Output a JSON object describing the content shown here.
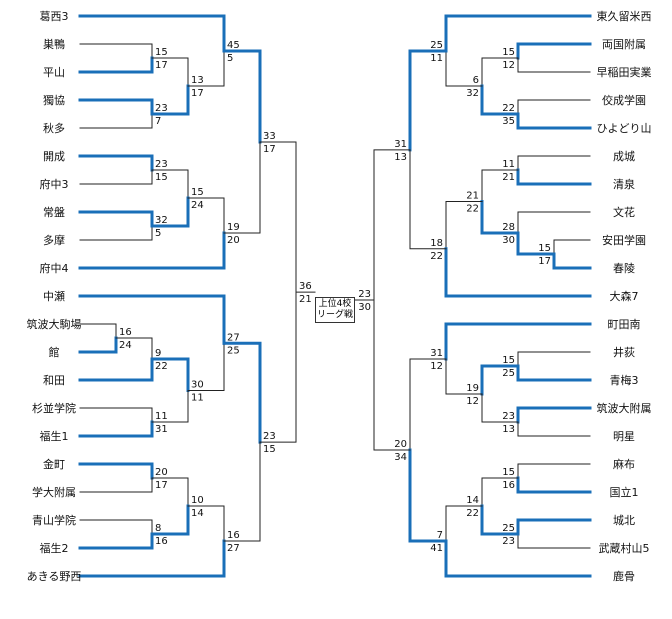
{
  "center_box": {
    "line1": "上位4校",
    "line2": "リーグ戦"
  },
  "left_teams": [
    "葛西3",
    "巣鴨",
    "平山",
    "獨協",
    "秋多",
    "開成",
    "府中3",
    "常盤",
    "多摩",
    "府中4",
    "中瀬",
    "筑波大駒場",
    "館",
    "和田",
    "杉並学院",
    "福生1",
    "金町",
    "学大附属",
    "青山学院",
    "福生2",
    "あきる野西"
  ],
  "right_teams": [
    "東久留米西",
    "両国附属",
    "早稲田実業",
    "佼成学園",
    "ひよどり山",
    "成城",
    "清泉",
    "文花",
    "安田学園",
    "春陵",
    "大森7",
    "町田南",
    "井荻",
    "青梅3",
    "筑波大附属",
    "明星",
    "麻布",
    "国立1",
    "城北",
    "武蔵村山5",
    "鹿骨"
  ],
  "left_matches": [
    {
      "a": 15,
      "b": 17
    },
    {
      "a": 23,
      "b": 7
    },
    {
      "a": 23,
      "b": 15
    },
    {
      "a": 32,
      "b": 5
    },
    {
      "a": 16,
      "b": 24
    },
    {
      "a": 20,
      "b": 17
    },
    {
      "a": 8,
      "b": 16
    },
    {
      "a": 13,
      "b": 17
    },
    {
      "a": 15,
      "b": 24
    },
    {
      "a": 9,
      "b": 22
    },
    {
      "a": 11,
      "b": 31
    },
    {
      "a": 10,
      "b": 14
    },
    {
      "a": 45,
      "b": 5
    },
    {
      "a": 19,
      "b": 20
    },
    {
      "a": 30,
      "b": 11
    },
    {
      "a": 16,
      "b": 27
    },
    {
      "a": 27,
      "b": 25
    },
    {
      "a": 33,
      "b": 17
    },
    {
      "a": 23,
      "b": 15
    },
    {
      "a": 36,
      "b": 21
    }
  ],
  "right_matches": [
    {
      "a": 15,
      "b": 12
    },
    {
      "a": 22,
      "b": 35
    },
    {
      "a": 11,
      "b": 21
    },
    {
      "a": 15,
      "b": 17
    },
    {
      "a": 15,
      "b": 25
    },
    {
      "a": 23,
      "b": 13
    },
    {
      "a": 15,
      "b": 16
    },
    {
      "a": 25,
      "b": 23
    },
    {
      "a": 6,
      "b": 32
    },
    {
      "a": 28,
      "b": 30
    },
    {
      "a": 19,
      "b": 12
    },
    {
      "a": 14,
      "b": 22
    },
    {
      "a": 25,
      "b": 11
    },
    {
      "a": 21,
      "b": 22
    },
    {
      "a": 31,
      "b": 12
    },
    {
      "a": 7,
      "b": 41
    },
    {
      "a": 18,
      "b": 22
    },
    {
      "a": 31,
      "b": 13
    },
    {
      "a": 20,
      "b": 34
    },
    {
      "a": 23,
      "b": 30
    }
  ]
}
